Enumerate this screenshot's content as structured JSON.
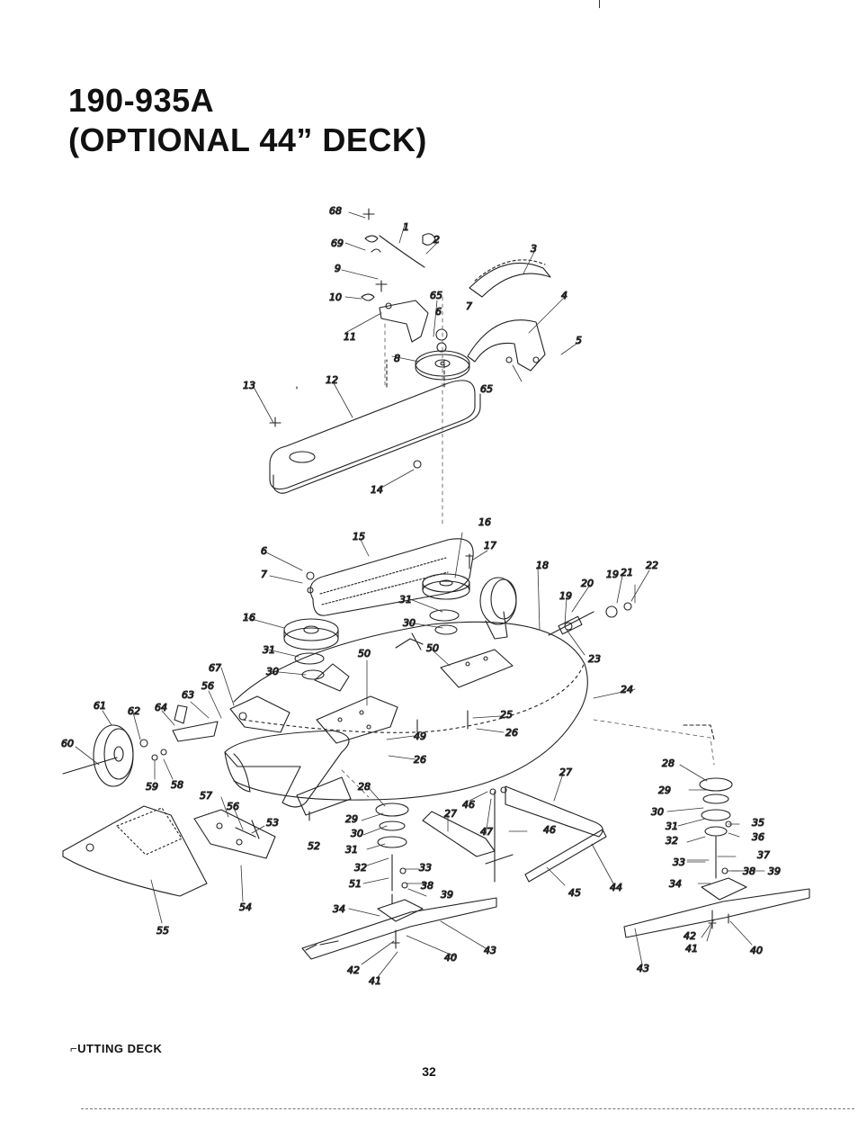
{
  "header": {
    "title_line1": "190-935A",
    "title_line2": "(OPTIONAL 44” DECK)"
  },
  "diagram": {
    "callouts": {
      "c1": "68",
      "c2": "1",
      "c3": "69",
      "c4": "2",
      "c5": "3",
      "c6": "9",
      "c7": "10",
      "c8": "65",
      "c9": "6",
      "c10": "7",
      "c11": "4",
      "c12": "11",
      "c13": "8",
      "c14": "5",
      "c15": "65",
      "c16": "13",
      "c17": "12",
      "c18": "14",
      "c19": "16",
      "c20": "15",
      "c21": "17",
      "c22": "6",
      "c23": "7",
      "c24": "18",
      "c25": "19",
      "c26": "21",
      "c27": "22",
      "c28": "20",
      "c29": "19",
      "c30": "31",
      "c31": "30",
      "c32": "16",
      "c33": "23",
      "c34": "31",
      "c35": "50",
      "c36": "50",
      "c37": "67",
      "c38": "30",
      "c39": "24",
      "c40": "56",
      "c41": "63",
      "c42": "61",
      "c43": "62",
      "c44": "64",
      "c45": "25",
      "c46": "26",
      "c47": "60",
      "c48": "49",
      "c49": "26",
      "c50": "59",
      "c51": "58",
      "c52": "27",
      "c53": "28",
      "c54": "57",
      "c55": "56",
      "c56": "28",
      "c57": "46",
      "c58": "29",
      "c59": "53",
      "c60": "29",
      "c61": "27",
      "c62": "47",
      "c63": "30",
      "c64": "30",
      "c65": "46",
      "c66": "31",
      "c67": "35",
      "c68": "52",
      "c69": "31",
      "c70": "36",
      "c71": "32",
      "c72": "33",
      "c73": "32",
      "c74": "37",
      "c75": "51",
      "c76": "33",
      "c77": "38",
      "c78": "39",
      "c79": "34",
      "c80": "38",
      "c81": "45",
      "c82": "44",
      "c83": "34",
      "c84": "39",
      "c85": "54",
      "c86": "55",
      "c87": "43",
      "c88": "40",
      "c89": "42",
      "c90": "41",
      "c91": "42",
      "c92": "41",
      "c93": "40",
      "c94": "43"
    }
  },
  "footer": {
    "section_label": "⌐UTTING DECK",
    "page_number": "32"
  },
  "colors": {
    "ink": "#111111",
    "paper": "#ffffff"
  }
}
